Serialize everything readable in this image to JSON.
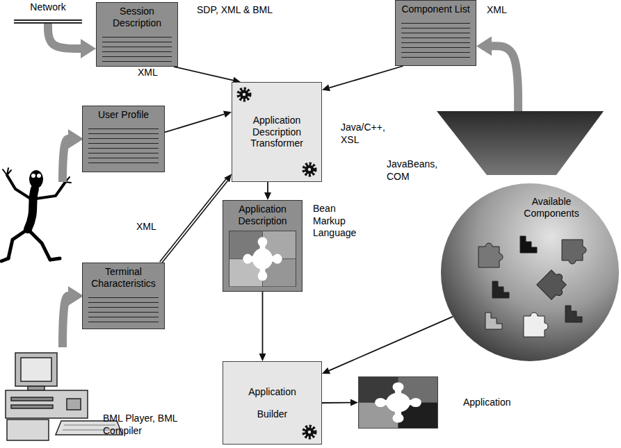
{
  "diagram": {
    "nodes": [
      {
        "text": [
          "Network"
        ]
      },
      {
        "text": [
          "Session Description"
        ]
      },
      {
        "text": [
          "Component List"
        ]
      },
      {
        "text": [
          "Application Description Transformer"
        ]
      },
      {
        "text": [
          "User Profile"
        ]
      },
      {
        "text": [
          "Available Components"
        ]
      },
      {
        "text": [
          "Application Description"
        ]
      },
      {
        "text": [
          "Terminal Characteristics"
        ]
      },
      {
        "text": [
          "Application Builder"
        ]
      },
      {
        "text": [
          "Application"
        ]
      }
    ],
    "edges": [
      {
        "from": 0,
        "to": 1,
        "arrow": "to"
      },
      {
        "from": 1,
        "to": 3,
        "arrow": "to"
      },
      {
        "from": 2,
        "to": 3,
        "arrow": "to"
      },
      {
        "from": 4,
        "to": 3,
        "arrow": "to"
      },
      {
        "from": 7,
        "to": 3,
        "arrow": "to"
      },
      {
        "from": 3,
        "to": 6,
        "arrow": "to"
      },
      {
        "from": 6,
        "to": 8,
        "arrow": "to"
      },
      {
        "from": 5,
        "to": 8,
        "arrow": "to"
      },
      {
        "from": 8,
        "to": 9,
        "arrow": "to"
      },
      {
        "from": 5,
        "to": 2,
        "arrow": "to"
      }
    ],
    "labels": [
      "SDP, XML & BML",
      "XML",
      "Java/C++, XSL",
      "XML",
      "JavaBeans, COM",
      "Bean Markup Language",
      "XML",
      "BML Player, BML Compiler"
    ]
  }
}
